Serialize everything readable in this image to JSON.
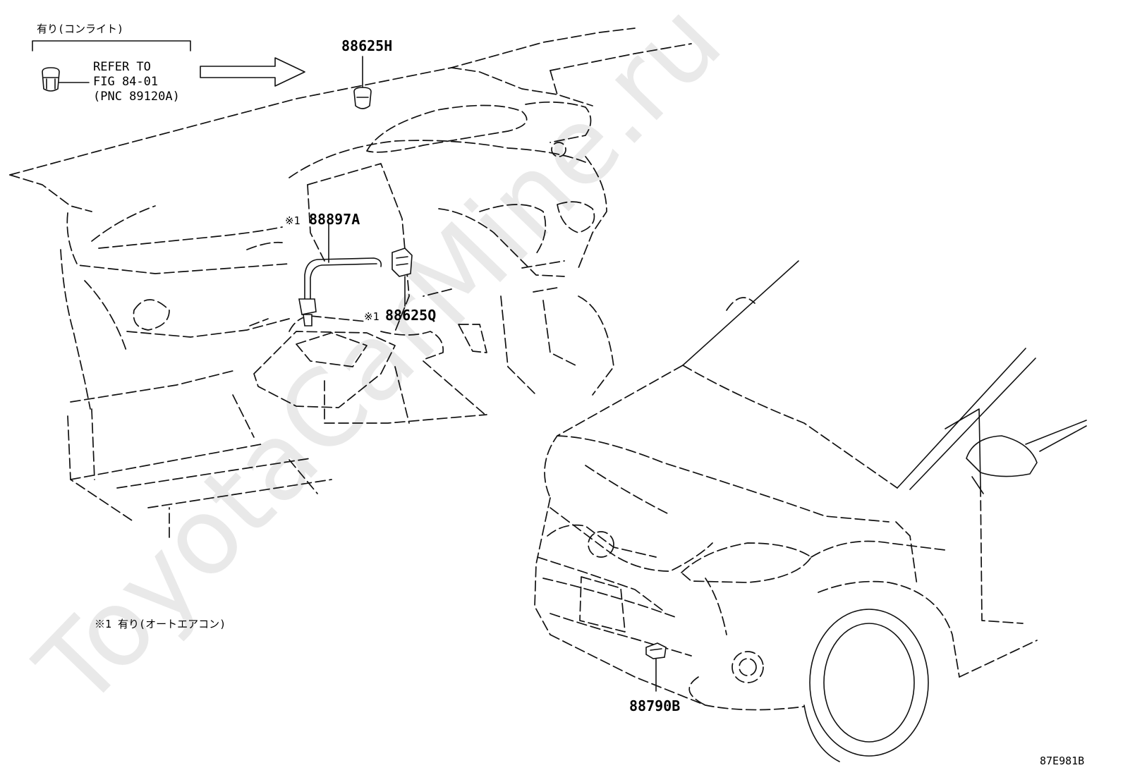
{
  "watermark": "ToyotaCarMine.ru",
  "legend_top": {
    "bracket_label": "有り(コンライト)",
    "refer_line1": "REFER TO",
    "refer_line2": "FIG 84-01",
    "refer_line3": "(PNC 89120A)"
  },
  "callouts": {
    "part_88625H": "88625H",
    "part_88897A_mark": "※1",
    "part_88897A": "88897A",
    "part_88625Q_mark": "※1",
    "part_88625Q": "88625Q",
    "part_88790B": "88790B"
  },
  "footnote": "※1 有り(オートエアコン)",
  "figure_id": "87E981B"
}
